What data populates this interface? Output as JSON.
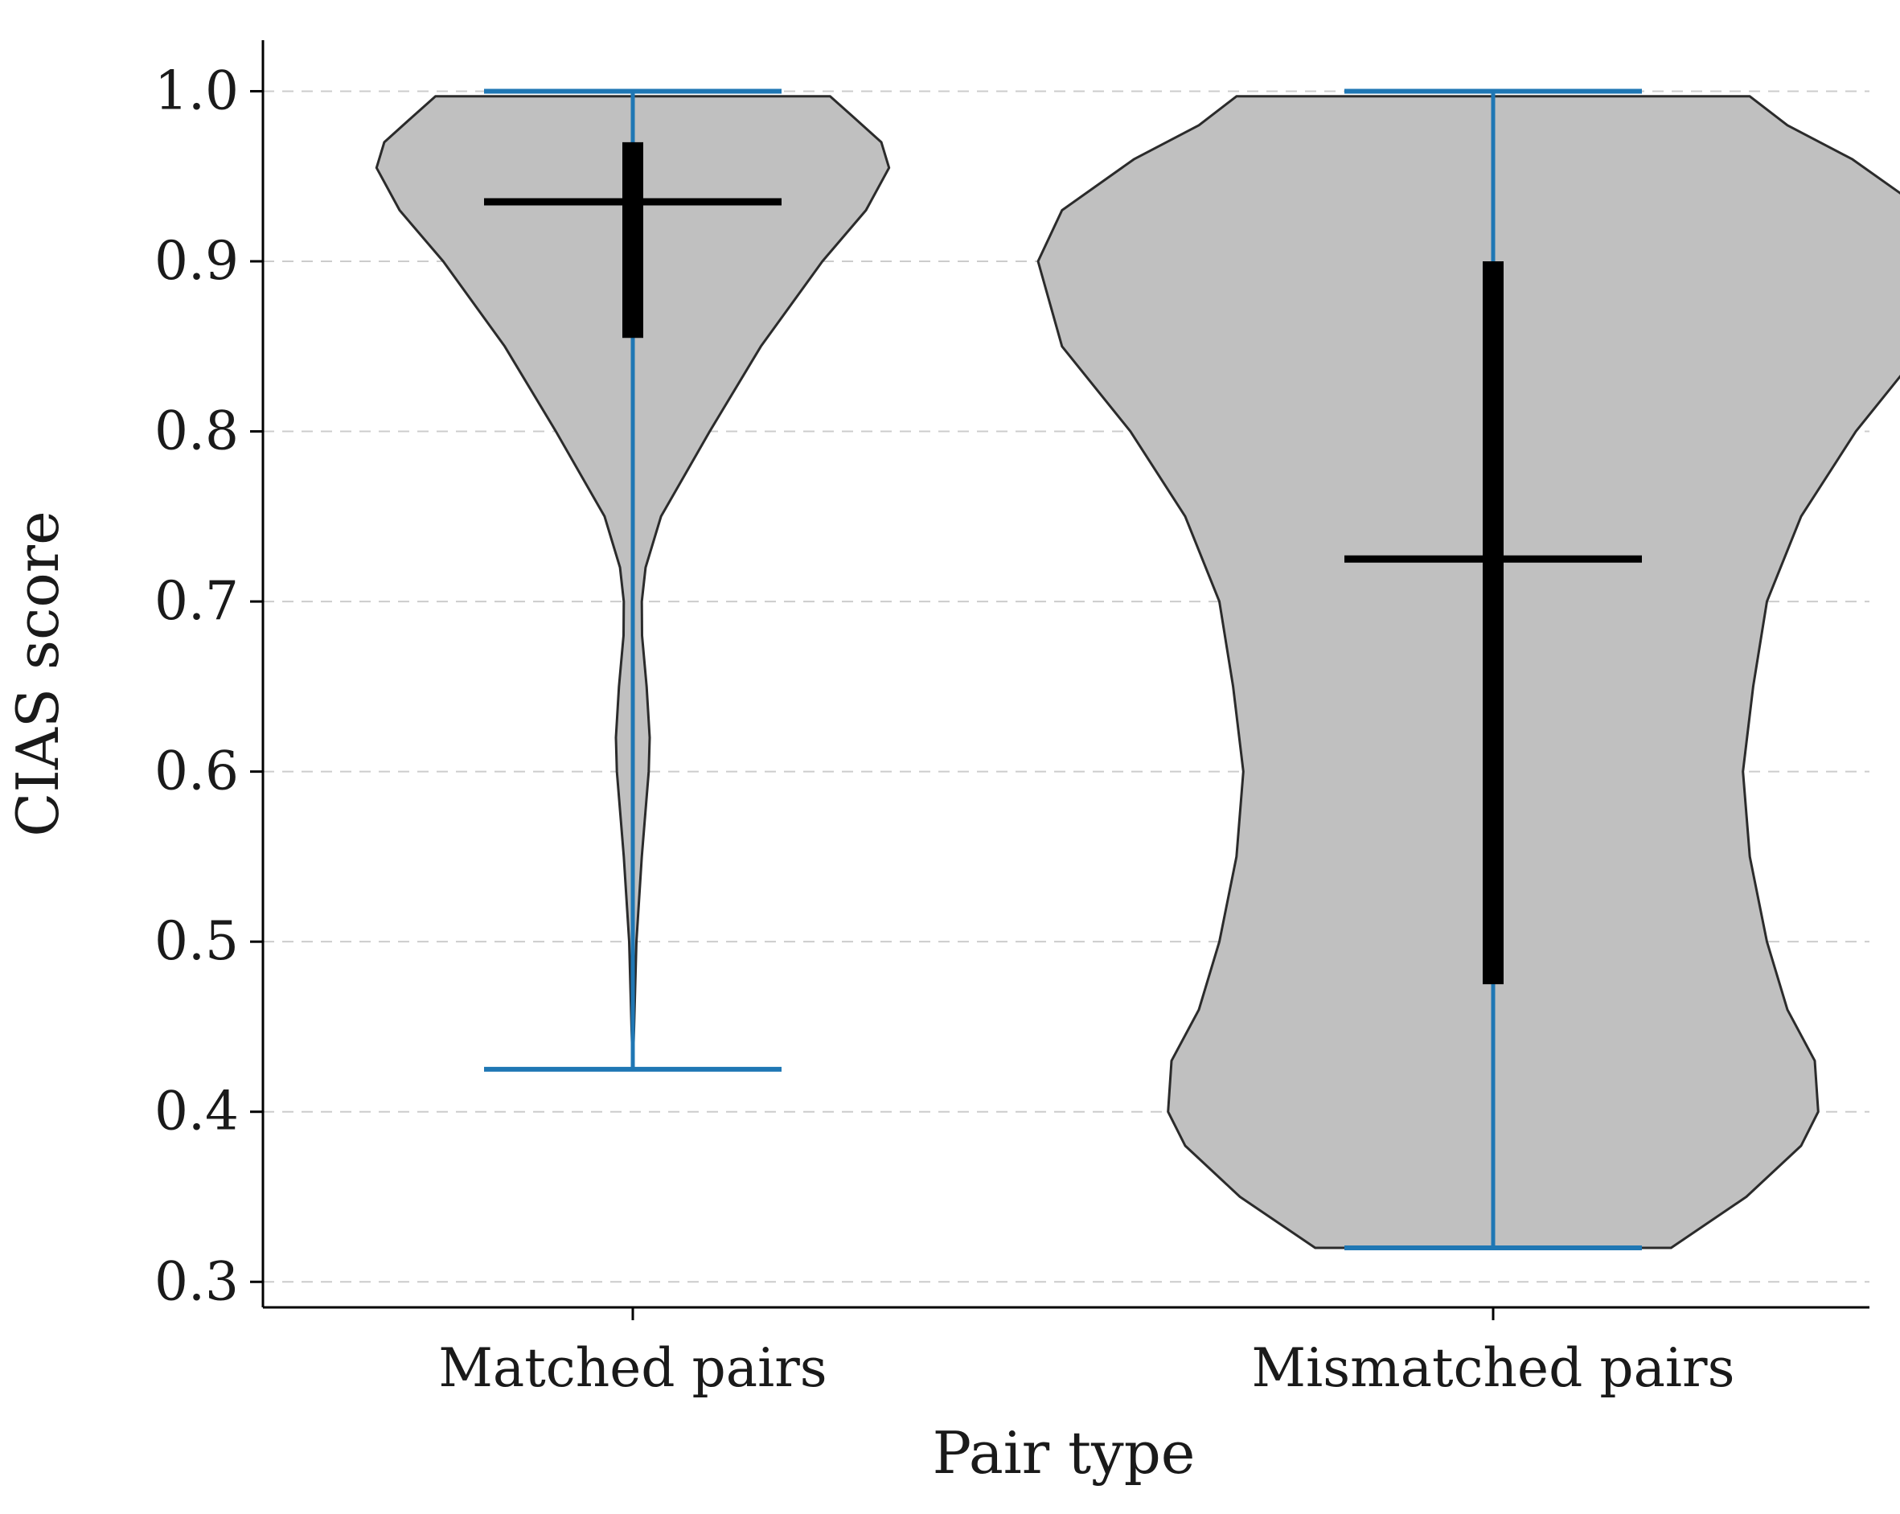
{
  "chart_data": {
    "type": "violin",
    "xlabel": "Pair type",
    "ylabel": "CIAS score",
    "categories": [
      "Matched pairs",
      "Mismatched pairs"
    ],
    "ylim": [
      0.285,
      1.03
    ],
    "yticks": [
      "0.3",
      "0.4",
      "0.5",
      "0.6",
      "0.7",
      "0.8",
      "0.9",
      "1.0"
    ],
    "grid": "horizontal dashed",
    "colors": {
      "violin_fill": "#c0c0c0",
      "violin_edge": "#2b2b2b",
      "whisker": "#1f77b4",
      "stat_marks": "#000000",
      "grid": "#cccccc"
    },
    "series": [
      {
        "category": "Matched pairs",
        "min": 0.425,
        "max": 1.0,
        "median": 0.935,
        "q1": 0.855,
        "q3": 0.97,
        "density": [
          [
            0.425,
            0.0
          ],
          [
            0.45,
            0.005
          ],
          [
            0.5,
            0.014
          ],
          [
            0.55,
            0.035
          ],
          [
            0.6,
            0.062
          ],
          [
            0.62,
            0.066
          ],
          [
            0.65,
            0.054
          ],
          [
            0.68,
            0.036
          ],
          [
            0.7,
            0.035
          ],
          [
            0.72,
            0.05
          ],
          [
            0.75,
            0.11
          ],
          [
            0.8,
            0.3
          ],
          [
            0.85,
            0.5
          ],
          [
            0.9,
            0.74
          ],
          [
            0.93,
            0.91
          ],
          [
            0.955,
            1.0
          ],
          [
            0.97,
            0.97
          ],
          [
            0.985,
            0.86
          ],
          [
            0.997,
            0.77
          ]
        ]
      },
      {
        "category": "Mismatched pairs",
        "min": 0.32,
        "max": 1.0,
        "median": 0.725,
        "q1": 0.475,
        "q3": 0.9,
        "density": [
          [
            0.32,
            0.52
          ],
          [
            0.35,
            0.74
          ],
          [
            0.38,
            0.9
          ],
          [
            0.4,
            0.95
          ],
          [
            0.43,
            0.94
          ],
          [
            0.46,
            0.86
          ],
          [
            0.5,
            0.8
          ],
          [
            0.55,
            0.75
          ],
          [
            0.6,
            0.73
          ],
          [
            0.65,
            0.76
          ],
          [
            0.7,
            0.8
          ],
          [
            0.75,
            0.9
          ],
          [
            0.8,
            1.06
          ],
          [
            0.85,
            1.26
          ],
          [
            0.9,
            1.33
          ],
          [
            0.93,
            1.26
          ],
          [
            0.96,
            1.05
          ],
          [
            0.98,
            0.86
          ],
          [
            0.997,
            0.75
          ]
        ]
      }
    ]
  }
}
